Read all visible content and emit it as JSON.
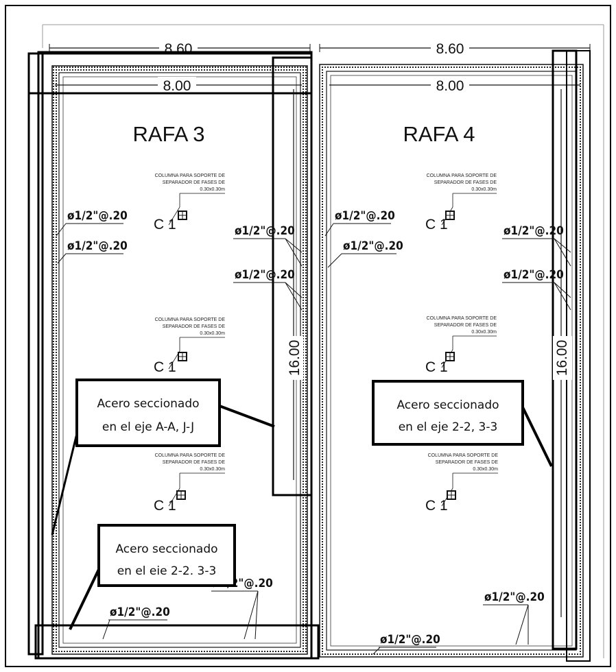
{
  "dimensions": {
    "outer_width": "8.60",
    "inner_width": "8.00",
    "length": "16.00"
  },
  "panels": [
    {
      "title": "RAFA 3",
      "rebar_labels": [
        "ø1/2\"@.20",
        "ø1/2\"@.20",
        "ø1/2\"@.20",
        "ø1/2\"@.20",
        "ø1/2\"@.20",
        "ø1/2\"@.20"
      ],
      "column_notes": [
        "COLUMNA PARA SOPORTE DE",
        "SEPARADOR DE FASES DE",
        "0.30x0.30m"
      ],
      "column_tag": "C 1",
      "callouts": [
        {
          "line1": "Acero seccionado",
          "line2": "en el eje A-A, J-J"
        },
        {
          "line1": "Acero seccionado",
          "line2": "en el eie 2-2. 3-3"
        }
      ]
    },
    {
      "title": "RAFA 4",
      "rebar_labels": [
        "ø1/2\"@.20",
        "ø1/2\"@.20",
        "ø1/2\"@.20",
        "ø1/2\"@.20",
        "ø1/2\"@.20",
        "ø1/2\"@.20"
      ],
      "column_notes": [
        "COLUMNA PARA SOPORTE DE",
        "SEPARADOR DE FASES DE",
        "0.30x0.30m"
      ],
      "column_tag": "C 1",
      "callouts": [
        {
          "line1": "Acero seccionado",
          "line2": "en el eje 2-2, 3-3"
        }
      ]
    }
  ]
}
